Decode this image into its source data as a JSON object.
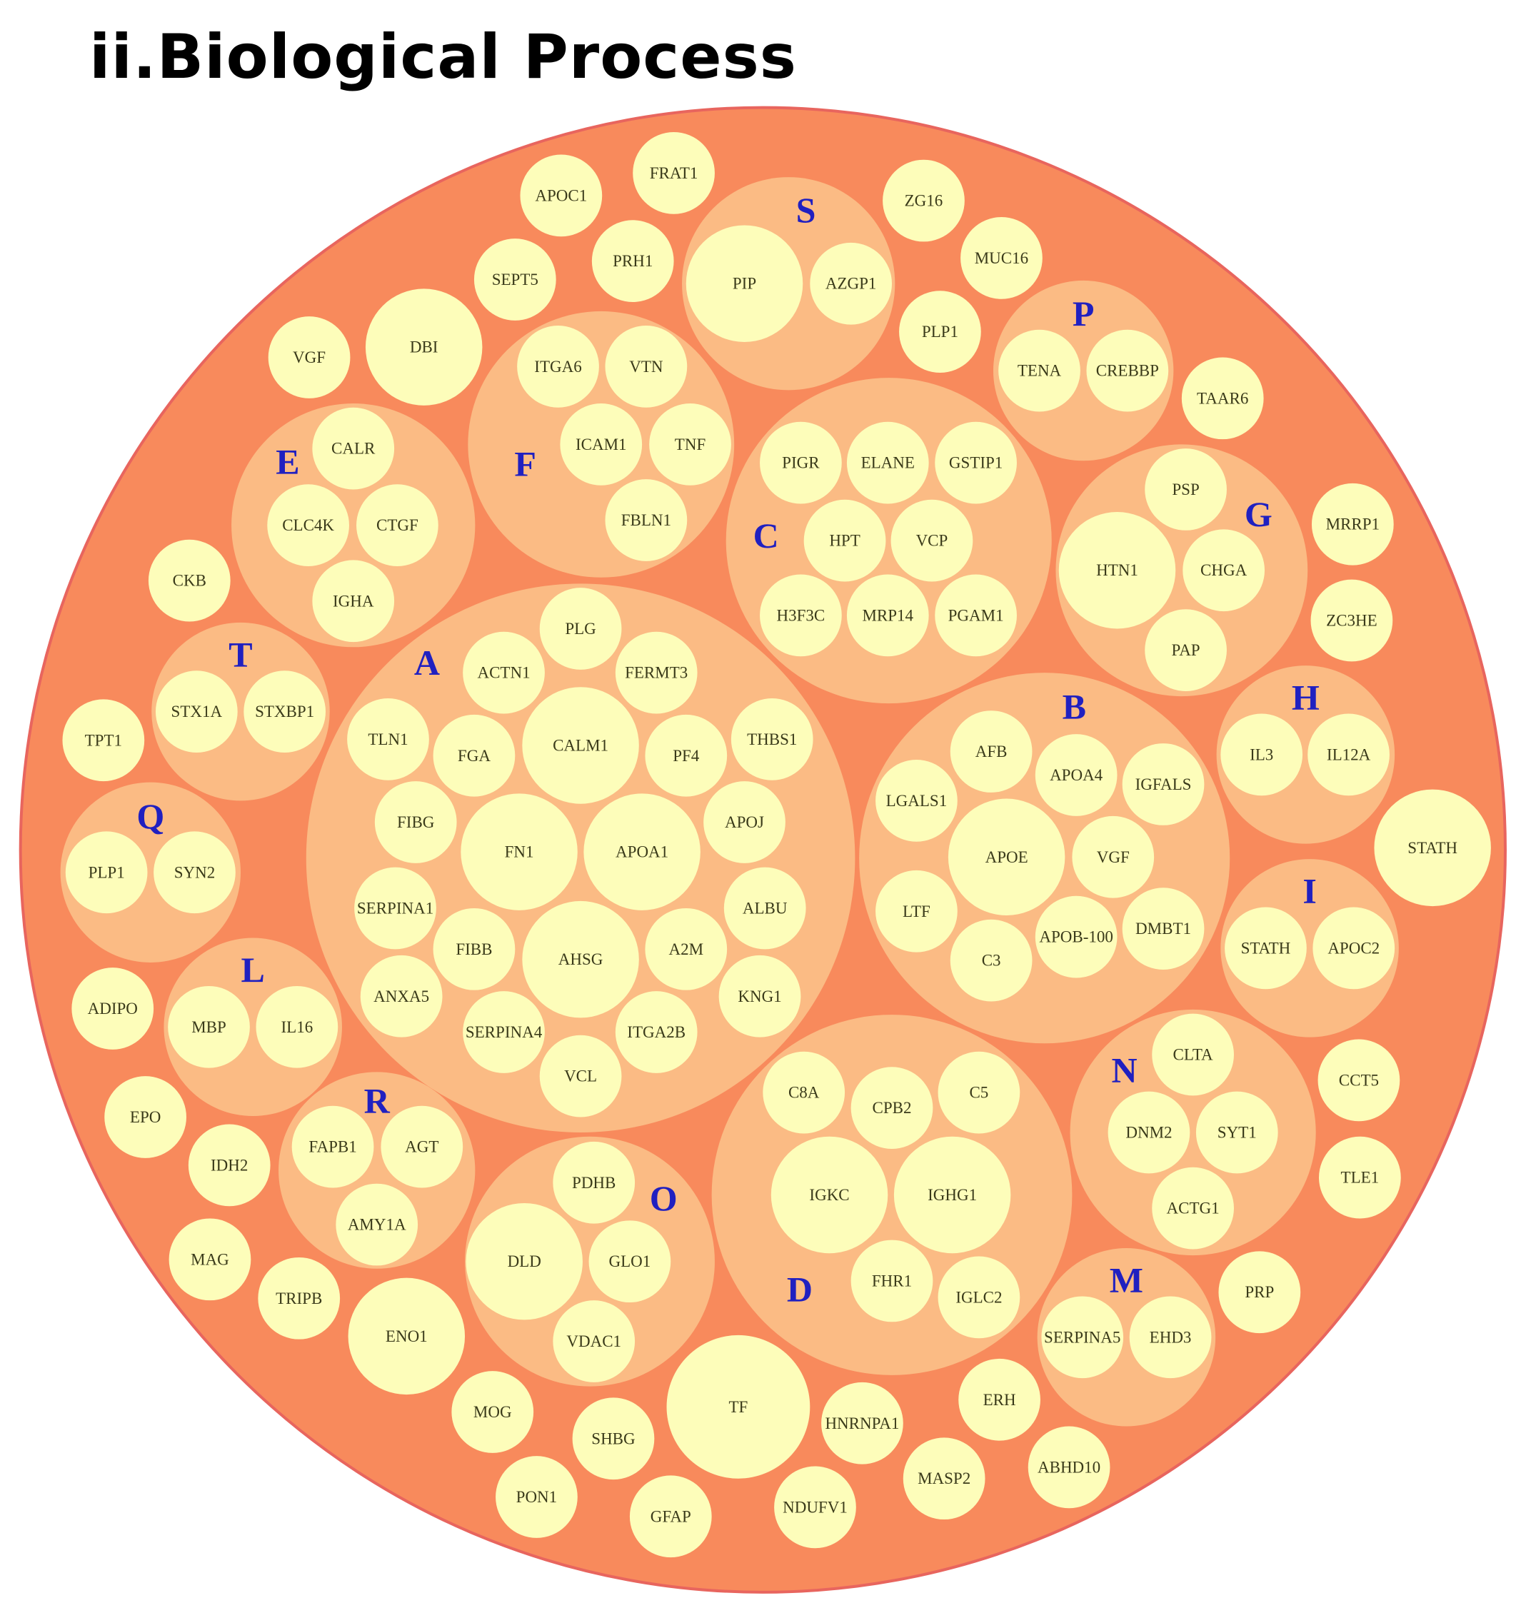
{
  "title": "ii.Biological Process",
  "colors": {
    "outer": "#f88a5c",
    "outer_stroke": "#e8655e",
    "group": "#fbbb84",
    "leaf": "#fdfdba",
    "letter": "#2020c0",
    "label": "#3a3a1a"
  },
  "groups": [
    {
      "letter": "A",
      "genes": [
        "PLG",
        "ACTN1",
        "FERMT3",
        "TLN1",
        "FGA",
        "CALM1",
        "PF4",
        "THBS1",
        "FIBG",
        "FN1",
        "APOA1",
        "APOJ",
        "SERPINA1",
        "FIBB",
        "AHSG",
        "A2M",
        "ALBU",
        "ANXA5",
        "SERPINA4",
        "ITGA2B",
        "KNG1",
        "VCL"
      ]
    },
    {
      "letter": "B",
      "genes": [
        "AFB",
        "APOA4",
        "IGFALS",
        "LGALS1",
        "APOE",
        "VGF",
        "LTF",
        "APOB-100",
        "DMBT1",
        "C3"
      ]
    },
    {
      "letter": "C",
      "genes": [
        "PIGR",
        "ELANE",
        "GSTIP1",
        "HPT",
        "VCP",
        "H3F3C",
        "MRP14",
        "PGAM1"
      ]
    },
    {
      "letter": "D",
      "genes": [
        "C8A",
        "CPB2",
        "C5",
        "IGKC",
        "IGHG1",
        "FHR1",
        "IGLC2"
      ]
    },
    {
      "letter": "E",
      "genes": [
        "CALR",
        "CLC4K",
        "CTGF",
        "IGHA"
      ]
    },
    {
      "letter": "F",
      "genes": [
        "ITGA6",
        "VTN",
        "ICAM1",
        "TNF",
        "FBLN1"
      ]
    },
    {
      "letter": "G",
      "genes": [
        "PSP",
        "HTN1",
        "CHGA",
        "PAP"
      ]
    },
    {
      "letter": "H",
      "genes": [
        "IL3",
        "IL12A"
      ]
    },
    {
      "letter": "I",
      "genes": [
        "STATH",
        "APOC2"
      ]
    },
    {
      "letter": "L",
      "genes": [
        "MBP",
        "IL16"
      ]
    },
    {
      "letter": "M",
      "genes": [
        "SERPINA5",
        "EHD3"
      ]
    },
    {
      "letter": "N",
      "genes": [
        "CLTA",
        "DNM2",
        "SYT1",
        "ACTG1"
      ]
    },
    {
      "letter": "O",
      "genes": [
        "PDHB",
        "DLD",
        "GLO1",
        "VDAC1"
      ]
    },
    {
      "letter": "P",
      "genes": [
        "TENA",
        "CREBBP"
      ]
    },
    {
      "letter": "Q",
      "genes": [
        "PLP1",
        "SYN2"
      ]
    },
    {
      "letter": "R",
      "genes": [
        "FAPB1",
        "AGT",
        "AMY1A"
      ]
    },
    {
      "letter": "S",
      "genes": [
        "PIP",
        "AZGP1"
      ]
    },
    {
      "letter": "T",
      "genes": [
        "STX1A",
        "STXBP1"
      ]
    }
  ],
  "singletons": [
    "FRAT1",
    "APOC1",
    "ZG16",
    "SEPT5",
    "PRH1",
    "MUC16",
    "VGF",
    "DBI",
    "PLP1",
    "TAAR6",
    "MRRP1",
    "CKB",
    "ZC3HE",
    "TPT1",
    "STATH",
    "ADIPO",
    "CCT5",
    "EPO",
    "IDH2",
    "TLE1",
    "MAG",
    "TRIPB",
    "ENO1",
    "PRP",
    "ERH",
    "MOG",
    "SHBG",
    "TF",
    "HNRNPA1",
    "MASP2",
    "ABHD10",
    "PON1",
    "GFAP",
    "NDUFV1"
  ]
}
